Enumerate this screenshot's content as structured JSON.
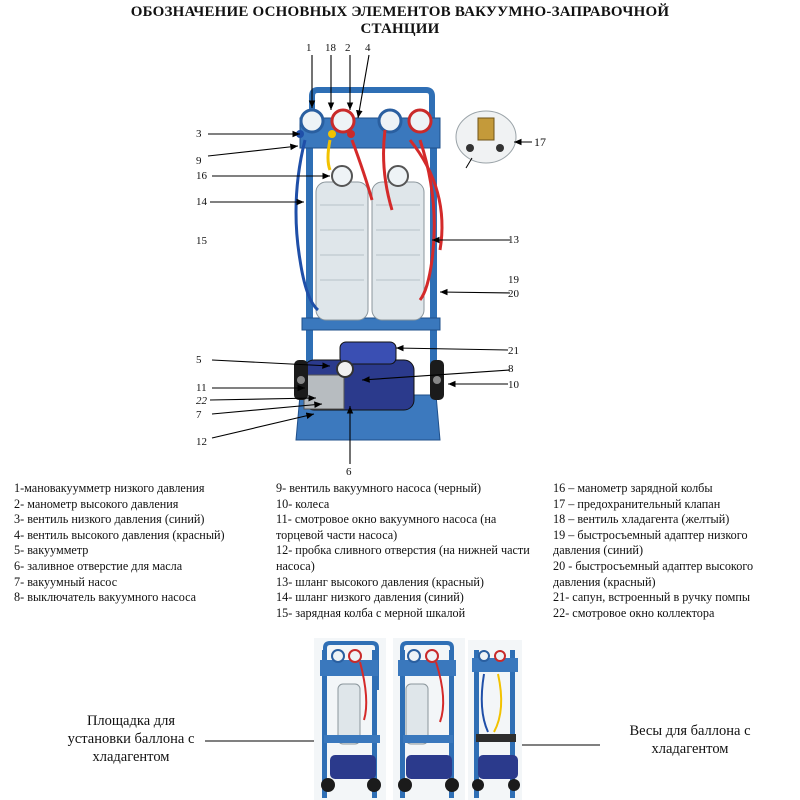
{
  "title": {
    "line1": "ОБОЗНАЧЕНИЕ ОСНОВНЫХ ЭЛЕМЕНТОВ ВАКУУМНО-ЗАПРАВОЧНОЙ",
    "line2": "СТАНЦИИ"
  },
  "callouts": {
    "n1": "1",
    "n18": "18",
    "n2": "2",
    "n4": "4",
    "n3": "3",
    "n9": "9",
    "n16": "16",
    "n14": "14",
    "n15": "15",
    "n13": "13",
    "n19": "19",
    "n20": "20",
    "n17": "17",
    "n21": "21",
    "n5": "5",
    "n8": "8",
    "n11": "11",
    "n22": "22",
    "n10": "10",
    "n7": "7",
    "n12": "12",
    "n6": "6"
  },
  "legend": {
    "col1": [
      "1-мановакуумметр низкого давления",
      "2- манометр высокого давления",
      "3- вентиль низкого давления (синий)",
      "4- вентиль высокого давления (красный)",
      "5- вакуумметр",
      "6- заливное отверстие для масла",
      "7- вакуумный насос",
      "8- выключатель вакуумного насоса"
    ],
    "col2": [
      "9- вентиль вакуумного насоса (черный)",
      "10- колеса",
      "11- смотровое окно вакуумного насоса  (на торцевой части насоса)",
      "12- пробка сливного отверстия (на нижней части насоса)",
      "13- шланг высокого давления (красный)",
      "14- шланг низкого давления (синий)",
      "15- зарядная колба с мерной шкалой"
    ],
    "col3": [
      "16 – манометр зарядной колбы",
      "17 – предохранительный клапан",
      "18 – вентиль хладагента (желтый)",
      "19 – быстросъемный адаптер низкого давления (синий)",
      "20 - быстросъемный адаптер высокого давления (красный)",
      "21- сапун, встроенный в ручку помпы",
      "22- смотровое окно коллектора"
    ]
  },
  "captions": {
    "left": "Площадка для установки баллона с хладагентом",
    "right": "Весы для баллона с хладагентом"
  },
  "colors": {
    "frame_blue": "#2f6fb5",
    "hose_red": "#d42a2a",
    "hose_blue": "#1f4fa8",
    "glass": "#dfe6ea"
  }
}
